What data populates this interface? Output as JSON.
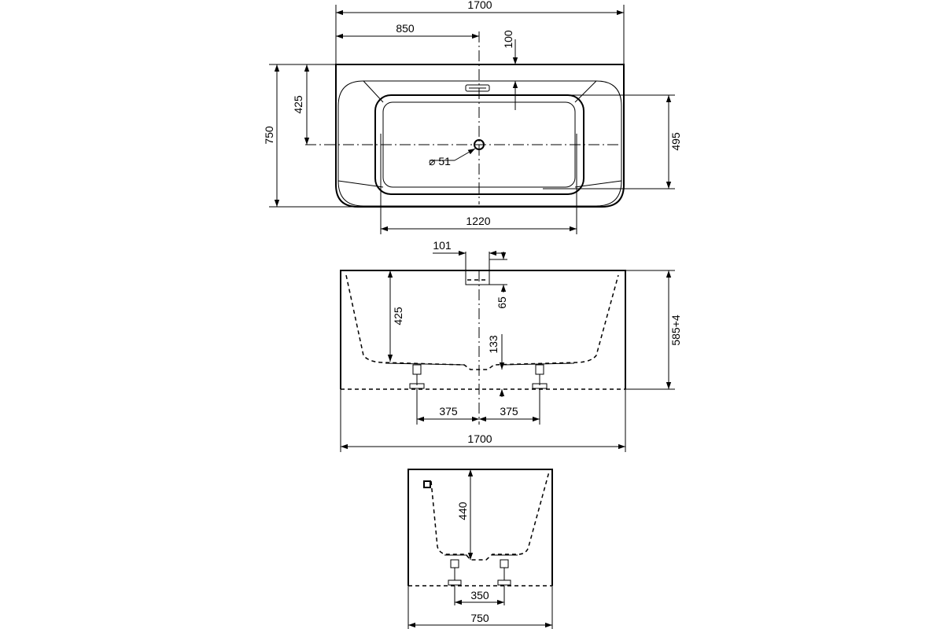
{
  "drawing": {
    "top_view": {
      "overall_length": "1700",
      "half_length": "850",
      "rim_offset": "100",
      "center_width": "425",
      "overall_width": "750",
      "basin_width": "495",
      "drain_diameter": "⌀ 51",
      "basin_length": "1220"
    },
    "front_view": {
      "overflow_width": "101",
      "overflow_depth": "65",
      "inner_depth": "425",
      "drain_height": "133",
      "overall_height": "585+4",
      "leg_left_offset": "375",
      "leg_right_offset": "375",
      "overall_length": "1700"
    },
    "side_view": {
      "inner_depth": "440",
      "leg_spacing": "350",
      "overall_width": "750"
    }
  }
}
